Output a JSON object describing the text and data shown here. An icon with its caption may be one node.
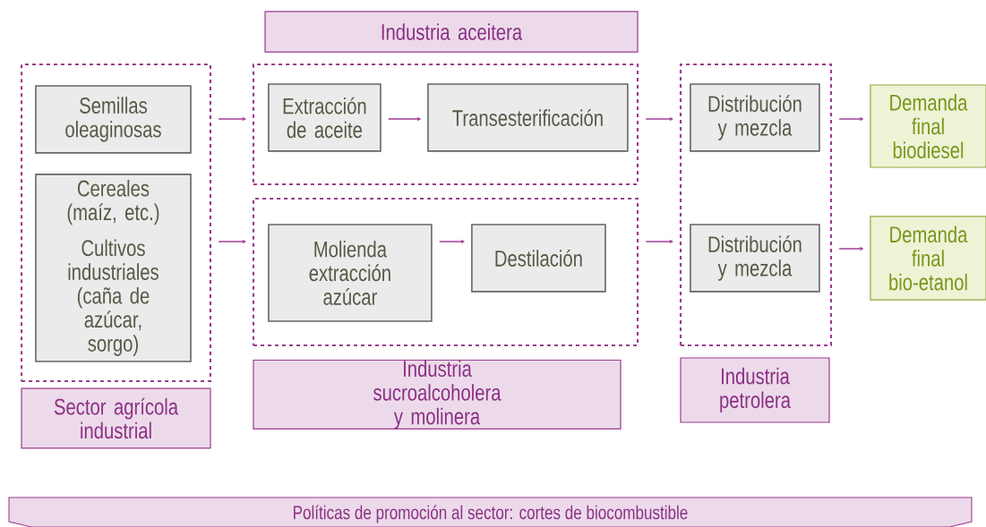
{
  "diagram": {
    "nodes": [
      {
        "text": [
          "Industria aceitera"
        ]
      },
      {
        "text": [],
        "shape": "box"
      },
      {
        "text": [
          "Semillas oleaginosas"
        ],
        "in": 1
      },
      {
        "text": [
          "Cereales (maíz, etc.)",
          "Cultivos industriales (caña de azúcar, sorgo)"
        ],
        "in": 1
      },
      {
        "text": [],
        "shape": "box"
      },
      {
        "text": [
          "Extracción de aceite"
        ],
        "in": 4
      },
      {
        "text": [
          "Transesterificación"
        ],
        "in": 4
      },
      {
        "text": [],
        "shape": "box"
      },
      {
        "text": [
          "Molienda extracción azúcar"
        ],
        "in": 7
      },
      {
        "text": [
          "Destilación"
        ],
        "in": 7
      },
      {
        "text": [],
        "shape": "box"
      },
      {
        "text": [
          "Distribución y mezcla"
        ],
        "in": 10
      },
      {
        "text": [
          "Distribución y mezcla"
        ],
        "in": 10
      },
      {
        "text": [
          "Demanda final biodiesel"
        ]
      },
      {
        "text": [
          "Demanda final bio-etanol"
        ]
      },
      {
        "text": [
          "Sector agrícola industrial"
        ]
      },
      {
        "text": [
          "Industria sucroalcoholera y molinera"
        ]
      },
      {
        "text": [
          "Industria petrolera"
        ]
      },
      {
        "text": [
          "Políticas de promoción al sector: cortes de biocombustible"
        ]
      }
    ],
    "edges": [
      {
        "from": 1,
        "to": 4,
        "arrow": "to"
      },
      {
        "from": 1,
        "to": 7,
        "arrow": "to"
      },
      {
        "from": 5,
        "to": 6,
        "arrow": "to"
      },
      {
        "from": 8,
        "to": 9,
        "arrow": "to"
      },
      {
        "from": 4,
        "to": 10,
        "arrow": "to"
      },
      {
        "from": 7,
        "to": 10,
        "arrow": "to"
      },
      {
        "from": 10,
        "to": 13,
        "arrow": "to"
      },
      {
        "from": 10,
        "to": 14,
        "arrow": "to"
      }
    ]
  }
}
